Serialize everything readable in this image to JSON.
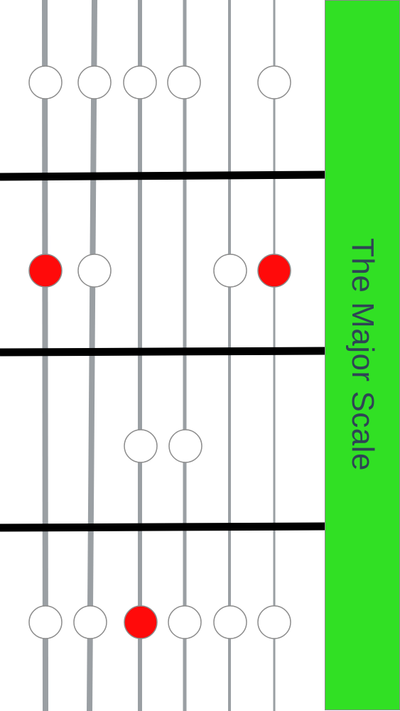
{
  "title": "The Major Scale",
  "colors": {
    "panel": "#31e024",
    "title_text": "#2f4455",
    "string": "#9a9fa3",
    "fret": "#000000",
    "root_note": "#ff0a0a",
    "note": "#ffffff",
    "note_outline": "#8c8c8c"
  },
  "scale_pattern": {
    "strings": 6,
    "frets": 4,
    "notes": [
      {
        "string": 1,
        "fret": 1,
        "root": false
      },
      {
        "string": 2,
        "fret": 1,
        "root": false
      },
      {
        "string": 3,
        "fret": 1,
        "root": false
      },
      {
        "string": 4,
        "fret": 1,
        "root": false
      },
      {
        "string": 6,
        "fret": 1,
        "root": false
      },
      {
        "string": 1,
        "fret": 2,
        "root": true
      },
      {
        "string": 2,
        "fret": 2,
        "root": false
      },
      {
        "string": 5,
        "fret": 2,
        "root": false
      },
      {
        "string": 6,
        "fret": 2,
        "root": true
      },
      {
        "string": 3,
        "fret": 3,
        "root": false
      },
      {
        "string": 4,
        "fret": 3,
        "root": false
      },
      {
        "string": 1,
        "fret": 4,
        "root": false
      },
      {
        "string": 2,
        "fret": 4,
        "root": false
      },
      {
        "string": 3,
        "fret": 4,
        "root": true
      },
      {
        "string": 4,
        "fret": 4,
        "root": false
      },
      {
        "string": 5,
        "fret": 4,
        "root": false
      },
      {
        "string": 6,
        "fret": 4,
        "root": false
      }
    ]
  }
}
